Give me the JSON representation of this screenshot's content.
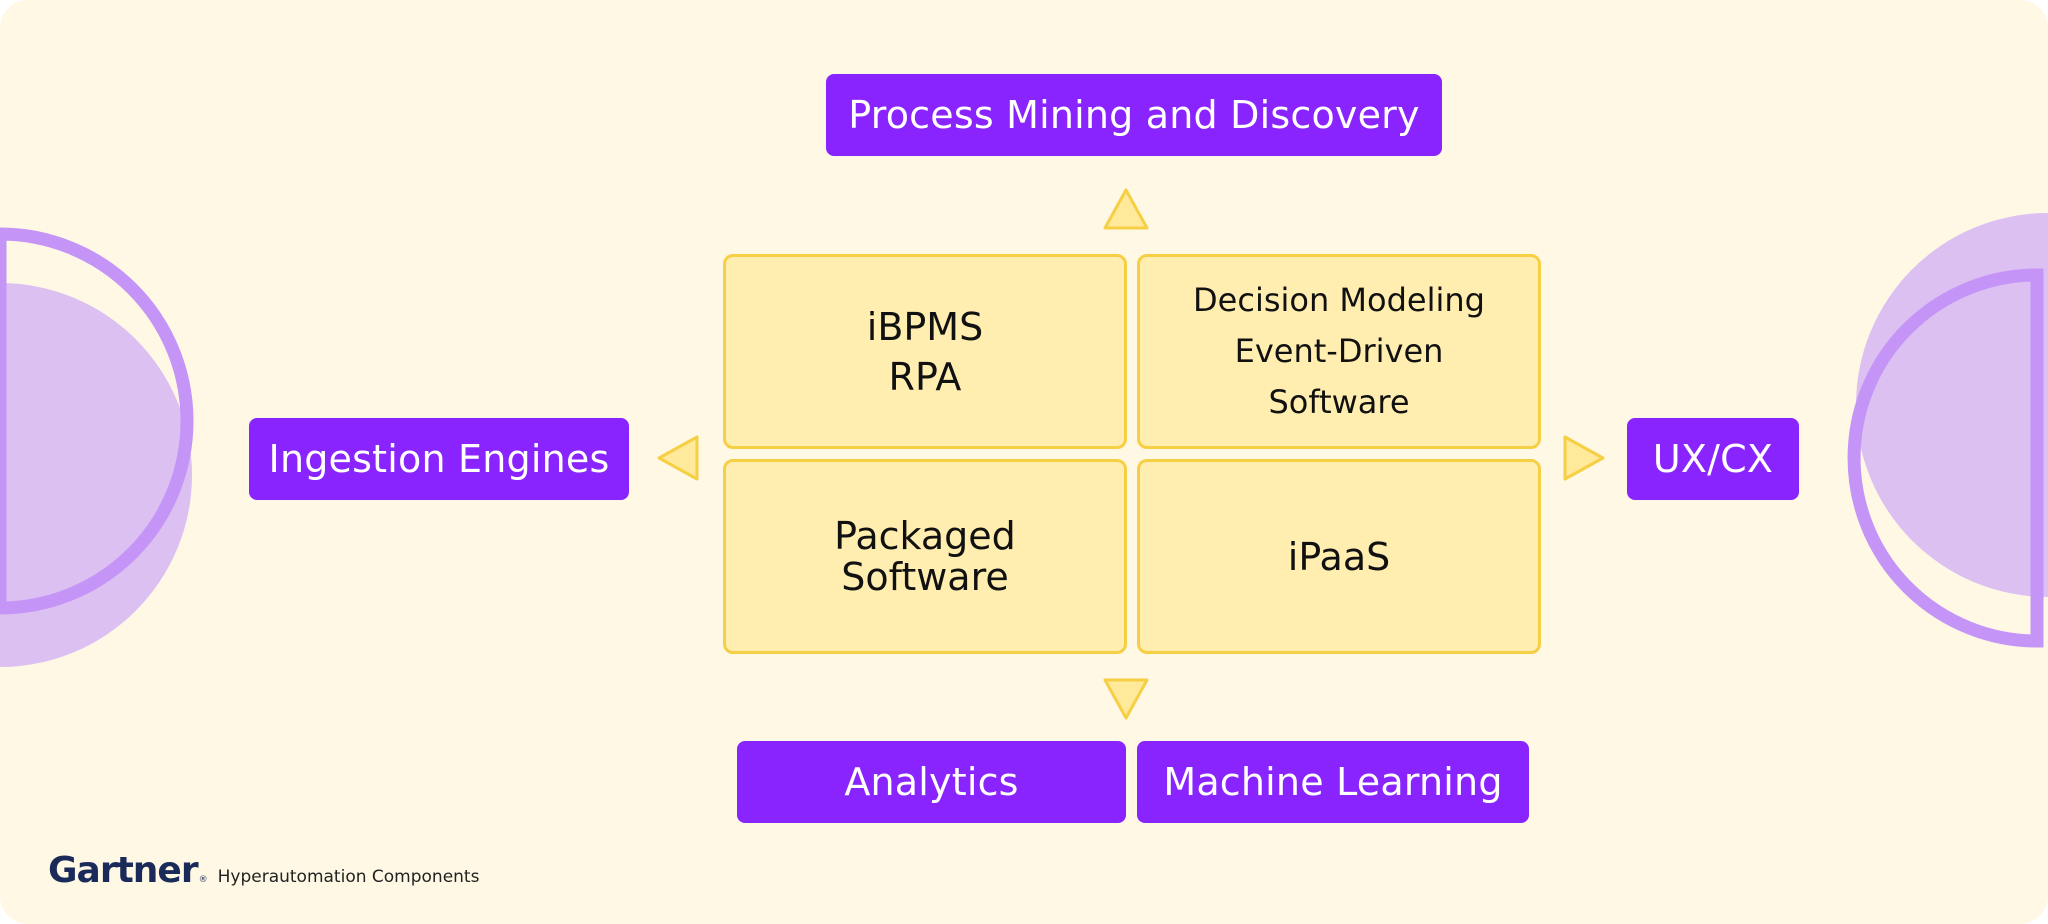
{
  "diagram": {
    "top_label": "Process Mining and Discovery",
    "left_label": "Ingestion Engines",
    "right_label": "UX/CX",
    "bottom_left_label": "Analytics",
    "bottom_right_label": "Machine Learning",
    "grid": {
      "top_left": [
        "iBPMS",
        "RPA"
      ],
      "top_right": [
        "Decision Modeling",
        "Event-Driven",
        "Software"
      ],
      "bottom_left": [
        "Packaged",
        "Software"
      ],
      "bottom_right": [
        "iPaaS"
      ]
    }
  },
  "footer": {
    "logo": "Gartner",
    "logo_mark": "®",
    "caption": "Hyperautomation Components"
  },
  "colors": {
    "background": "#fff8e5",
    "accent_purple": "#8a24ff",
    "cell_fill": "#ffeeb0",
    "cell_border": "#f6cf45",
    "decor_lavender": "#dcc0f2",
    "decor_ring": "#c594f7",
    "logo_navy": "#1a2b5a"
  }
}
